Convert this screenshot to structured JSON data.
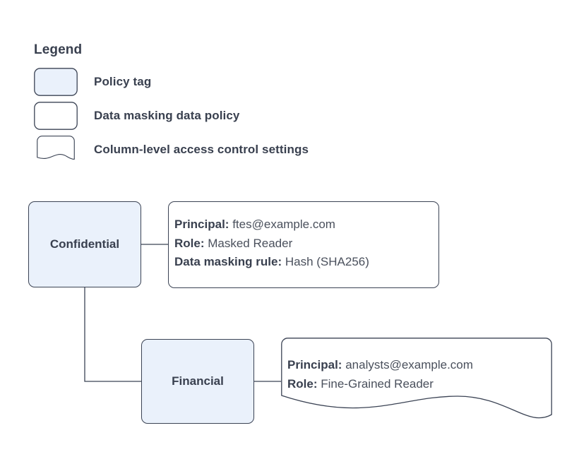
{
  "legend": {
    "title": "Legend",
    "items": [
      {
        "shape": "policy-tag-swatch",
        "label": "Policy tag",
        "fill": "#eaf1fb",
        "stroke": "#3b4354"
      },
      {
        "shape": "data-masking-policy-swatch",
        "label": "Data masking data policy",
        "fill": "#ffffff",
        "stroke": "#3b4354"
      },
      {
        "shape": "column-access-settings-swatch",
        "label": "Column-level access control settings",
        "fill": "#ffffff",
        "stroke": "#3b4354"
      }
    ]
  },
  "diagram": {
    "nodes": [
      {
        "id": "confidential",
        "label": "Confidential"
      },
      {
        "id": "financial",
        "label": "Financial"
      }
    ],
    "masking_policy_box": {
      "lines": [
        {
          "key": "Principal:",
          "value": "ftes@example.com"
        },
        {
          "key": "Role:",
          "value": "Masked Reader"
        },
        {
          "key": "Data masking rule:",
          "value": "Hash (SHA256)"
        }
      ]
    },
    "column_access_box": {
      "lines": [
        {
          "key": "Principal:",
          "value": "analysts@example.com"
        },
        {
          "key": "Role:",
          "value": "Fine-Grained Reader"
        }
      ]
    }
  },
  "colors": {
    "node_fill": "#eaf1fb",
    "stroke": "#3b4354",
    "text": "#39404f",
    "value_text": "#4a505c",
    "background": "#ffffff"
  }
}
